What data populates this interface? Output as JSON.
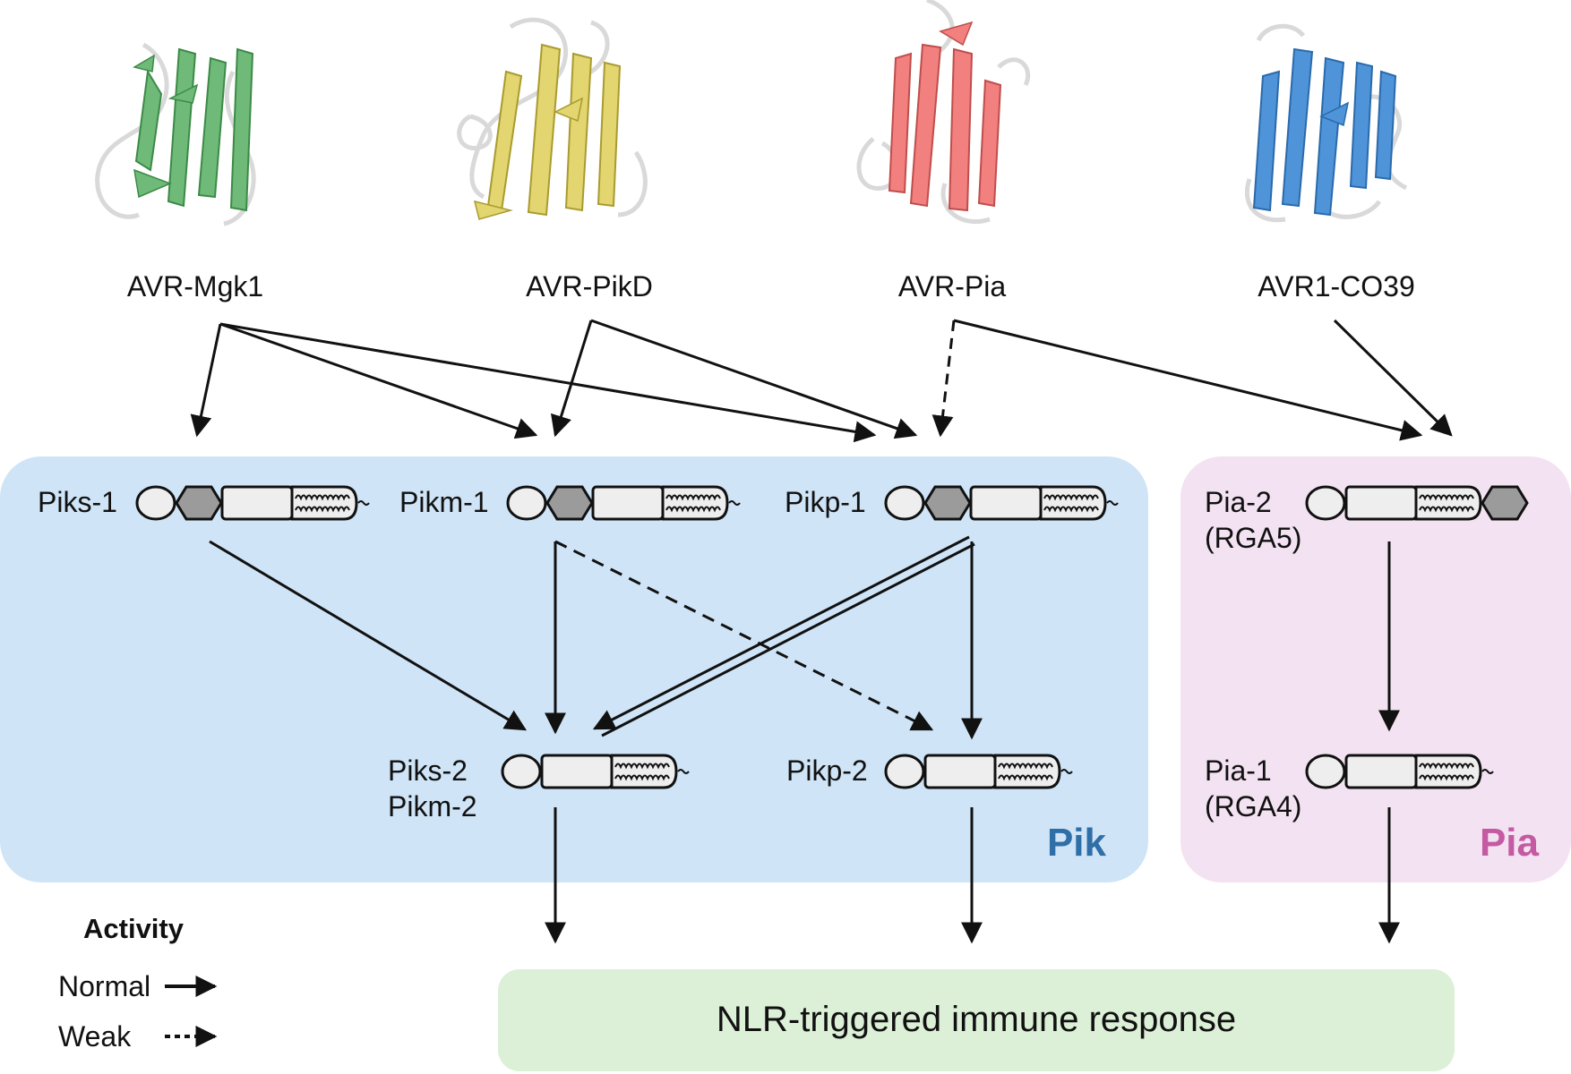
{
  "effectors": [
    {
      "name": "AVR-Mgk1",
      "color": "#6fba78"
    },
    {
      "name": "AVR-PikD",
      "color": "#e3d56f"
    },
    {
      "name": "AVR-Pia",
      "color": "#f1807f"
    },
    {
      "name": "AVR1-CO39",
      "color": "#4f94d9"
    }
  ],
  "groups": {
    "pik": {
      "label": "Pik",
      "bg": "#cfe4f6",
      "label_color": "#2f6ea6"
    },
    "pia": {
      "label": "Pia",
      "bg": "#f3e2f1",
      "label_color": "#c45ba2"
    }
  },
  "receptors": {
    "piks1": "Piks-1",
    "pikm1": "Pikm-1",
    "pikp1": "Pikp-1",
    "pia2": {
      "line1": "Pia-2",
      "line2": "(RGA5)"
    },
    "piks2": {
      "line1": "Piks-2",
      "line2": "Pikm-2"
    },
    "pikp2": "Pikp-2",
    "pia1": {
      "line1": "Pia-1",
      "line2": "(RGA4)"
    }
  },
  "response": {
    "label": "NLR-triggered immune response",
    "bg": "#dcefd7"
  },
  "legend": {
    "title": "Activity",
    "items": [
      {
        "label": "Normal",
        "style": "solid"
      },
      {
        "label": "Weak",
        "style": "dotted"
      }
    ]
  },
  "colors": {
    "hma": "#9b9b9b",
    "domain_fill": "#eeeeee",
    "stroke": "#111111"
  }
}
